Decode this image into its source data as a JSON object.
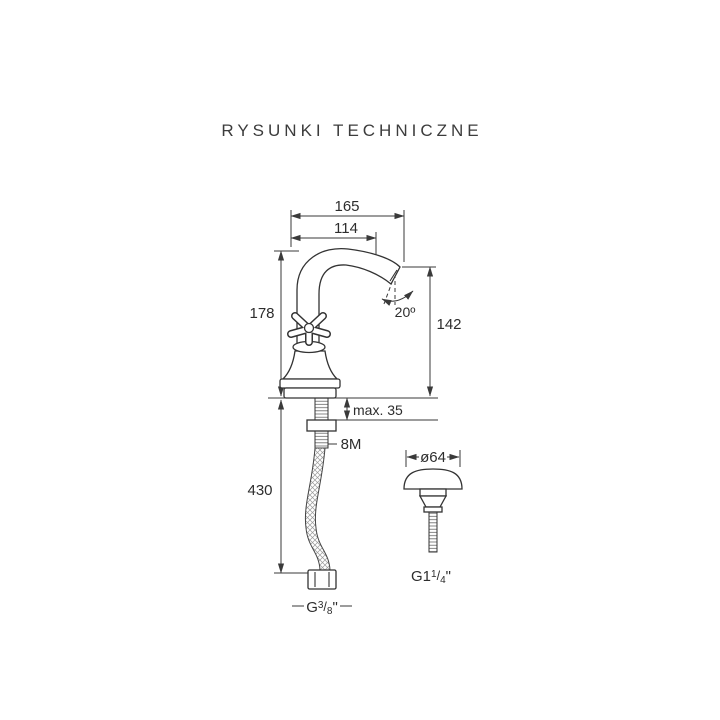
{
  "page": {
    "title": "RYSUNKI TECHNICZNE"
  },
  "dimensions": {
    "overall_width": "165",
    "spout_reach": "114",
    "body_height": "178",
    "spout_angle": "20º",
    "spout_height": "142",
    "max_deck_thickness": "max. 35",
    "stud_thread": "8M",
    "hose_length": "430",
    "hose_fitting": {
      "prefix": "G",
      "numerator": "3",
      "slash": "/",
      "denominator": "8",
      "unit": "\""
    },
    "drain_diameter": "ø64",
    "drain_thread": {
      "prefix": "G1",
      "numerator": "1",
      "slash": "/",
      "denominator": "4",
      "unit": "\""
    }
  }
}
